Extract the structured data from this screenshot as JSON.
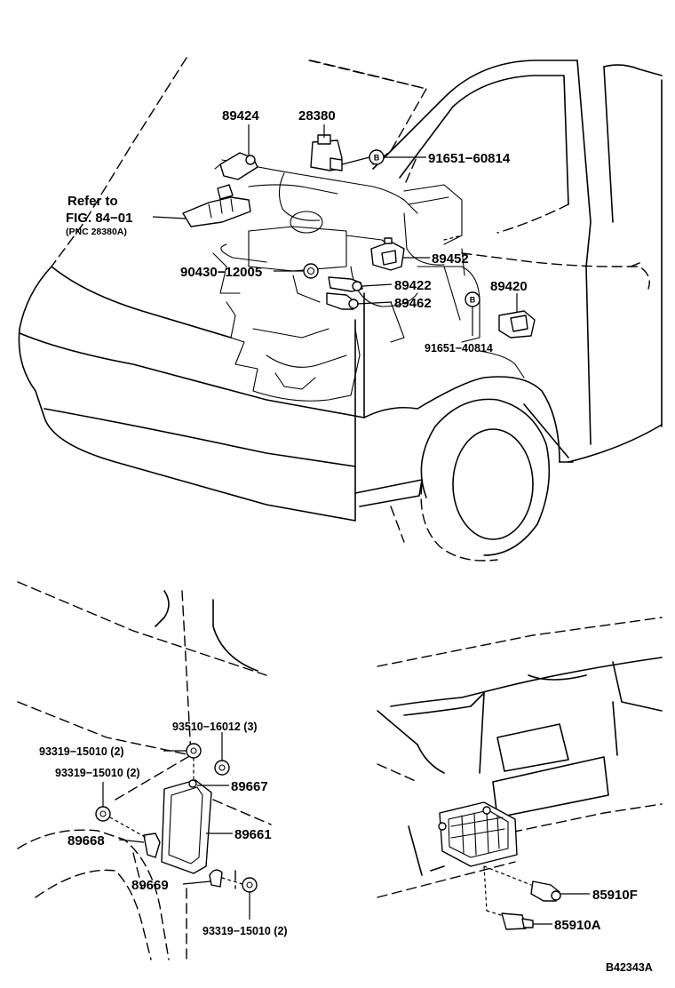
{
  "labels": {
    "p89424": "89424",
    "p28380": "28380",
    "p91651_60814": "91651−60814",
    "refer_to": "Refer to",
    "fig_ref": "FIG. 84−01",
    "pnc_ref": "(PNC 28380A)",
    "p90430_12005": "90430−12005",
    "p89452": "89452",
    "p89422": "89422",
    "p89462": "89462",
    "p89420": "89420",
    "p91651_40814": "91651−40814",
    "p93510_16012": "93510−16012 (3)",
    "p93319_a": "93319−15010 (2)",
    "p93319_b": "93319−15010 (2)",
    "p89667": "89667",
    "p89661": "89661",
    "p89668": "89668",
    "p89669": "89669",
    "p93319_c": "93319−15010 (2)",
    "p85910F": "85910F",
    "p85910A": "85910A",
    "figure_code": "B42343A",
    "bolt_letter": "B"
  }
}
